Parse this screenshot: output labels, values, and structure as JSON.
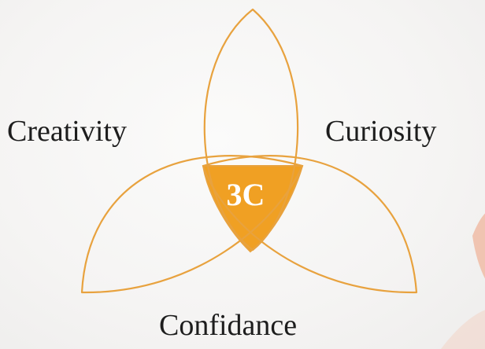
{
  "labels": {
    "top_left": "Creativity",
    "top_right": "Curiosity",
    "bottom": "Confidance",
    "center": "3C"
  },
  "colors": {
    "outline": "#e8a23e",
    "center_fill": "#f0a023",
    "center_text": "#ffffff",
    "label_text": "#1d1d1d",
    "background": "#f7f6f5"
  }
}
